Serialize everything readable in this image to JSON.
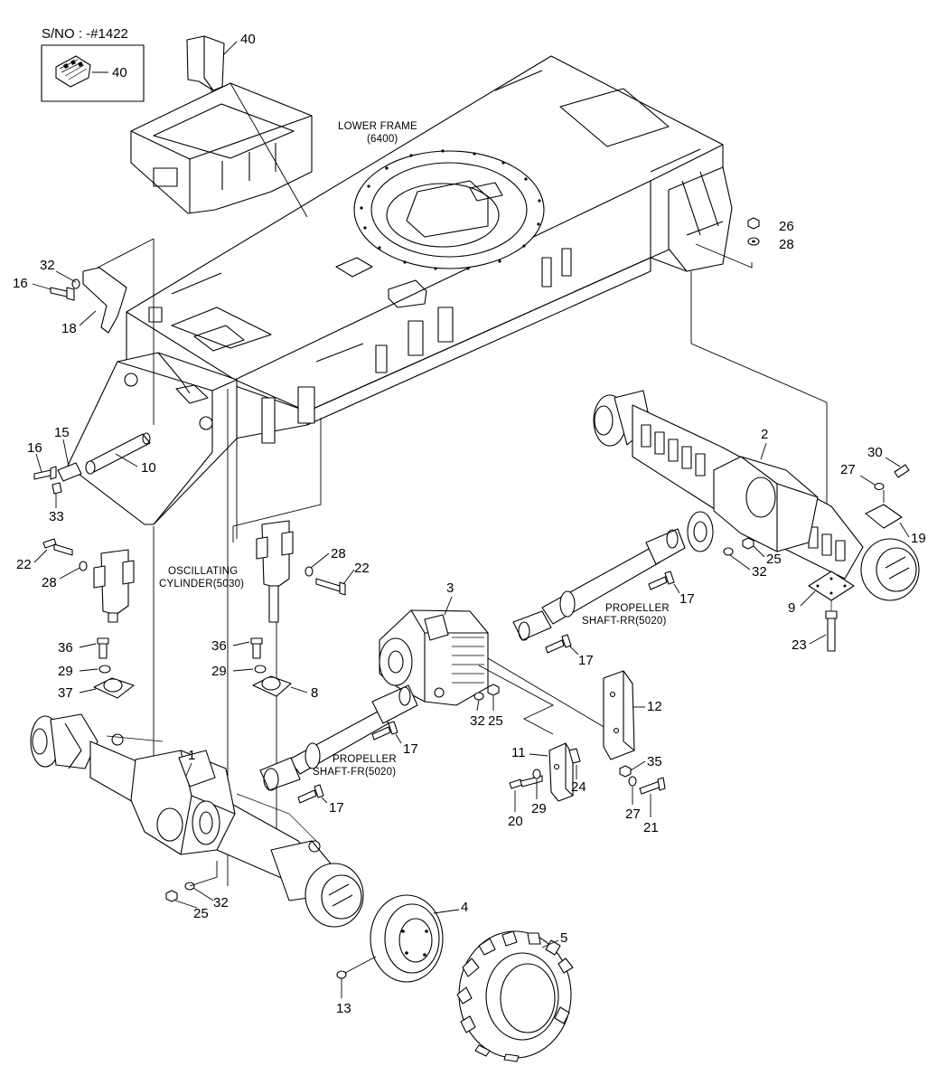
{
  "serial_box": {
    "label": "S/NO : -#1422",
    "callout": "40"
  },
  "assemblies": {
    "lower_frame": {
      "line1": "LOWER FRAME",
      "line2": "(6400)"
    },
    "oscillating_cylinder": {
      "line1": "OSCILLATING",
      "line2": "CYLINDER(5030)"
    },
    "propeller_shaft_rr": {
      "line1": "PROPELLER",
      "line2": "SHAFT-RR(5020)"
    },
    "propeller_shaft_fr": {
      "line1": "PROPELLER",
      "line2": "SHAFT-FR(5020)"
    }
  },
  "callouts": {
    "c40_top": "40",
    "c26": "26",
    "c28_top": "28",
    "c32_a": "32",
    "c16_a": "16",
    "c18": "18",
    "c16_b": "16",
    "c15": "15",
    "c10": "10",
    "c33": "33",
    "c2": "2",
    "c30": "30",
    "c27_a": "27",
    "c19": "19",
    "c25_a": "25",
    "c32_b": "32",
    "c9": "9",
    "c23": "23",
    "c17_a": "17",
    "c17_b": "17",
    "c17_c": "17",
    "c17_d": "17",
    "c3": "3",
    "c28_mid": "28",
    "c22_a": "22",
    "c22_b": "22",
    "c28_left": "28",
    "c36_a": "36",
    "c29_a": "29",
    "c37": "37",
    "c36_b": "36",
    "c29_b": "29",
    "c8": "8",
    "c32_c": "32",
    "c25_b": "25",
    "c12": "12",
    "c11": "11",
    "c24": "24",
    "c35": "35",
    "c20": "20",
    "c29_c": "29",
    "c27_b": "27",
    "c21": "21",
    "c1": "1",
    "c25_c": "25",
    "c32_d": "32",
    "c4": "4",
    "c5": "5",
    "c13": "13"
  }
}
